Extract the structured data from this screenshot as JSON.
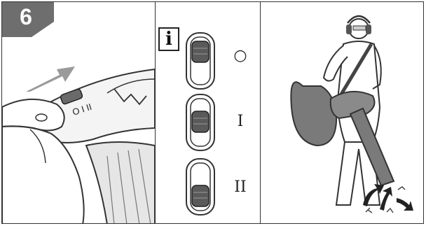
{
  "step": {
    "number": "6",
    "badge_color": "#6e6e6e"
  },
  "info_icon": {
    "char": "i"
  },
  "switch_positions": [
    {
      "name": "off",
      "symbol": "○"
    },
    {
      "name": "speed-1",
      "symbol": "I"
    },
    {
      "name": "speed-2",
      "symbol": "II"
    }
  ],
  "switch_label_on_device": "O I II",
  "colors": {
    "line": "#333333",
    "device_gray": "#7a7a7a",
    "arrow_gray": "#8f8f8f",
    "dark_gray": "#555555"
  }
}
